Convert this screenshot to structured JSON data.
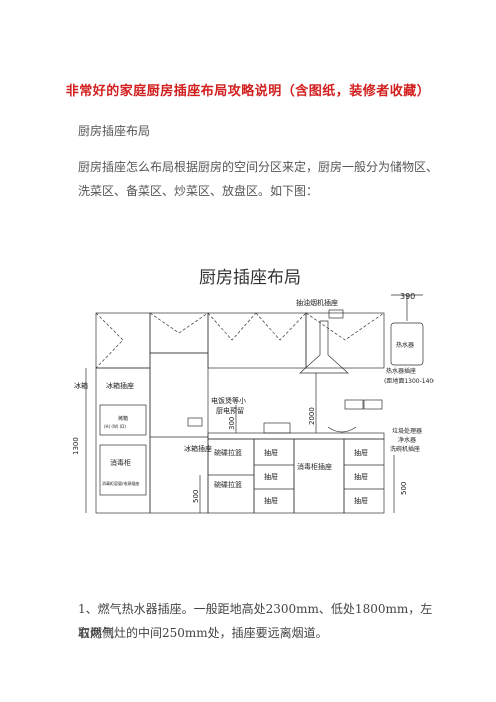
{
  "doc": {
    "title": "非常好的家庭厨房插座布局攻略说明（含图纸，装修者收藏）",
    "heading": "厨房插座布局",
    "intro_line1": "厨房插座怎么布局根据厨房的空间分区来定，厨房一般分为储物区、",
    "intro_line2": "洗菜区、备菜区、炒菜区、放盘区。如下图：",
    "point1_line1": "1、燃气热水器插座。一般距地高处2300mm、低处1800mm，左右两侧",
    "point1_line2": "取燃气灶的中间250mm处，插座要远离烟道。"
  },
  "figure": {
    "title": "厨房插座布局",
    "labels": {
      "hood_socket": "抽油烟机插座",
      "width_390": "390",
      "water_heater": "热水器",
      "water_heater_socket": "热水器插座",
      "height_note": "(距地面1300-1400)",
      "fridge": "冰箱",
      "fridge_socket": "冰箱插座",
      "oven": "烤箱",
      "oven_spec": "(H) (W) (D)",
      "disinfect_cabinet": "消毒柜",
      "disinfect_spec": "消毒柜容量/电源插座",
      "dim_1300": "1300",
      "rice_cooker": "电饭煲等小",
      "appliance_reserve": "厨电预留",
      "dim_300": "300",
      "dim_2000": "2000",
      "bowl_basket_1": "碗碟拉篮",
      "bowl_basket_2": "碗碟拉篮",
      "drawer_1": "抽屉",
      "drawer_2": "抽屉",
      "drawer_3": "抽屉",
      "drawer_4": "抽屉",
      "drawer_5": "抽屉",
      "drawer_6": "抽屉",
      "dishwasher_socket": "消毒柜插座",
      "dim_500_left": "500",
      "garbage_processor": "垃圾处理器",
      "water_purifier": "净水器",
      "dishwasher": "洗碗机插座",
      "dim_500_right": "500"
    }
  }
}
